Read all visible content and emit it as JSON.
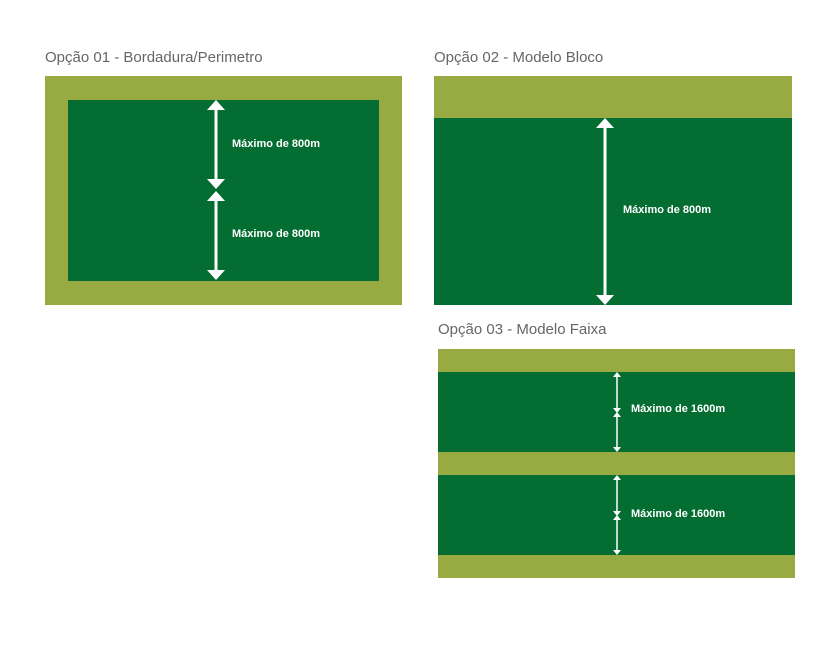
{
  "colors": {
    "light_green": "#97ab42",
    "dark_green": "#036d32",
    "arrow": "#ffffff"
  },
  "option1": {
    "title": "Opção 01 - Bordadura/Perimetro",
    "label_top": "Máximo de 800m",
    "label_bottom": "Máximo de 800m"
  },
  "option2": {
    "title": "Opção 02 - Modelo Bloco",
    "label": "Máximo de 800m"
  },
  "option3": {
    "title": "Opção 03 - Modelo Faixa",
    "label_top": "Máximo de 1600m",
    "label_bottom": "Máximo de 1600m"
  }
}
